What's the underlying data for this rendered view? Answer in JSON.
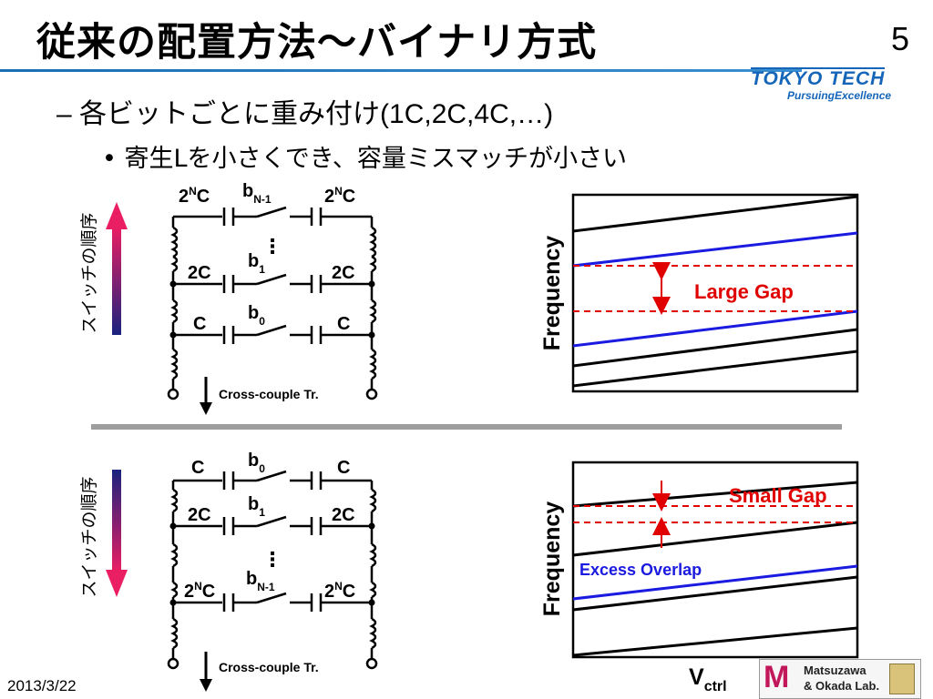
{
  "slide": {
    "title": "従来の配置方法〜バイナリ方式",
    "page_number": "5",
    "date": "2013/3/22",
    "bullet1": "– 各ビットごとに重み付け(1C,2C,4C,…)",
    "bullet2": "• 寄生Lを小さくでき、容量ミスマッチが小さい"
  },
  "logo": {
    "main": "TOKYO TECH",
    "sub": "PursuingExcellence"
  },
  "lab_logo": {
    "line1": "Matsuzawa",
    "line2": "& Okada Lab."
  },
  "top_diagram": {
    "switch_order_label": "スイッチの順序",
    "rows": [
      {
        "left": "2",
        "sup": "N",
        "cap": "C",
        "bit": "b",
        "sub": "N-1",
        "right_sup": "N"
      },
      {
        "left": "2C",
        "bit": "b",
        "sub": "1",
        "right": "2C"
      },
      {
        "left": "C",
        "bit": "b",
        "sub": "0",
        "right": "C"
      }
    ],
    "cross_couple": "Cross-couple Tr."
  },
  "bottom_diagram": {
    "switch_order_label": "スイッチの順序",
    "rows": [
      {
        "left": "C",
        "bit": "b",
        "sub": "0",
        "right": "C"
      },
      {
        "left": "2C",
        "bit": "b",
        "sub": "1",
        "right": "2C"
      },
      {
        "left": "2",
        "sup": "N",
        "cap": "C",
        "bit": "b",
        "sub": "N-1",
        "right_sup": "N"
      }
    ],
    "cross_couple": "Cross-couple Tr."
  },
  "chart_top": {
    "ylabel": "Frequency",
    "annotation": "Large Gap"
  },
  "chart_bottom": {
    "ylabel": "Frequency",
    "annotation_gap": "Small Gap",
    "annotation_overlap": "Excess Overlap",
    "xlabel_main": "V",
    "xlabel_sub": "ctrl"
  },
  "colors": {
    "accent_blue": "#1a6fb4",
    "curve_blue": "#1a1ae0",
    "gap_red": "#e00000",
    "arrow_top": "#d81b60",
    "arrow_bottom": "#1a237e"
  }
}
